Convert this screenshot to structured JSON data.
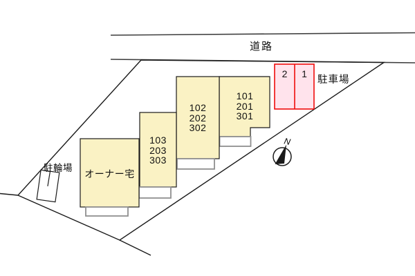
{
  "road": {
    "label": "道路"
  },
  "parking": {
    "label": "駐車場",
    "spaces": [
      {
        "number": "2"
      },
      {
        "number": "1"
      }
    ]
  },
  "bicycle": {
    "label": "駐輪場"
  },
  "buildings": {
    "b101": {
      "label": "101\n201\n301"
    },
    "b102": {
      "label": "102\n202\n302"
    },
    "b103": {
      "label": "103\n203\n303"
    },
    "owner": {
      "label": "オーナー宅"
    }
  },
  "compass": {
    "label": "N"
  },
  "colors": {
    "building_fill": "#faf2c4",
    "parking_fill": "#ffe3ec",
    "parking_border": "#ee0a0a",
    "site_fill": "#f4f4f4",
    "outline": "#1a1a1a",
    "background": "#ffffff"
  }
}
